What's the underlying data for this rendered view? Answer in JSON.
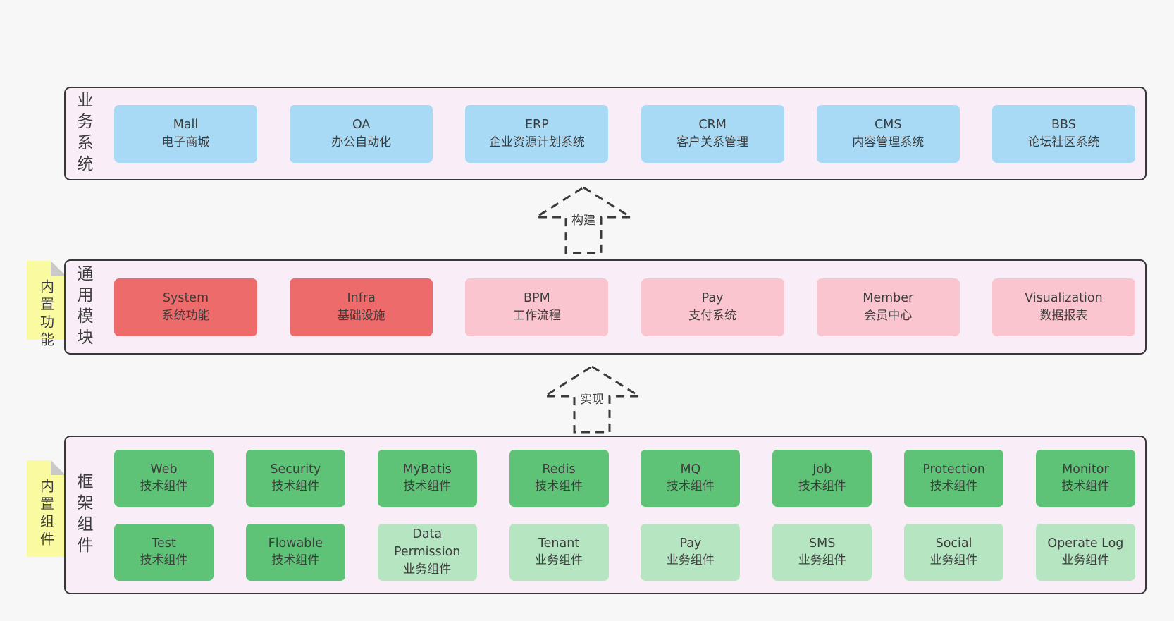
{
  "palette": {
    "page_bg": "#f7f7f7",
    "panel_bg": "#f9eef7",
    "panel_border": "#383838",
    "blue": "#a8daf5",
    "red": "#ee6b6b",
    "pink": "#fac5ce",
    "green": "#5fc377",
    "light_green": "#b5e5c1",
    "sticky_yellow": "#fafaa0",
    "fold_grey": "#c9c9c9",
    "text": "#3d3d3d"
  },
  "sections": {
    "business": {
      "label": "业务系统",
      "boxes": [
        {
          "title": "Mall",
          "subtitle": "电子商城"
        },
        {
          "title": "OA",
          "subtitle": "办公自动化"
        },
        {
          "title": "ERP",
          "subtitle": "企业资源计划系统"
        },
        {
          "title": "CRM",
          "subtitle": "客户关系管理"
        },
        {
          "title": "CMS",
          "subtitle": "内容管理系统"
        },
        {
          "title": "BBS",
          "subtitle": "论坛社区系统"
        }
      ]
    },
    "modules": {
      "label": "通用模块",
      "sticky": "内置功能",
      "boxes": [
        {
          "title": "System",
          "subtitle": "系统功能"
        },
        {
          "title": "Infra",
          "subtitle": "基础设施"
        },
        {
          "title": "BPM",
          "subtitle": "工作流程"
        },
        {
          "title": "Pay",
          "subtitle": "支付系统"
        },
        {
          "title": "Member",
          "subtitle": "会员中心"
        },
        {
          "title": "Visualization",
          "subtitle": "数据报表"
        }
      ]
    },
    "components": {
      "label": "框架组件",
      "sticky": "内置组件",
      "row1": [
        {
          "title": "Web",
          "subtitle": "技术组件"
        },
        {
          "title": "Security",
          "subtitle": "技术组件"
        },
        {
          "title": "MyBatis",
          "subtitle": "技术组件"
        },
        {
          "title": "Redis",
          "subtitle": "技术组件"
        },
        {
          "title": "MQ",
          "subtitle": "技术组件"
        },
        {
          "title": "Job",
          "subtitle": "技术组件"
        },
        {
          "title": "Protection",
          "subtitle": "技术组件"
        },
        {
          "title": "Monitor",
          "subtitle": "技术组件"
        }
      ],
      "row2": [
        {
          "title": "Test",
          "subtitle": "技术组件"
        },
        {
          "title": "Flowable",
          "subtitle": "技术组件"
        },
        {
          "title": "Data Permission",
          "subtitle": "业务组件"
        },
        {
          "title": "Tenant",
          "subtitle": "业务组件"
        },
        {
          "title": "Pay",
          "subtitle": "业务组件"
        },
        {
          "title": "SMS",
          "subtitle": "业务组件"
        },
        {
          "title": "Social",
          "subtitle": "业务组件"
        },
        {
          "title": "Operate Log",
          "subtitle": "业务组件"
        }
      ]
    }
  },
  "arrows": {
    "build": {
      "label": "构建"
    },
    "implement": {
      "label": "实现"
    }
  }
}
